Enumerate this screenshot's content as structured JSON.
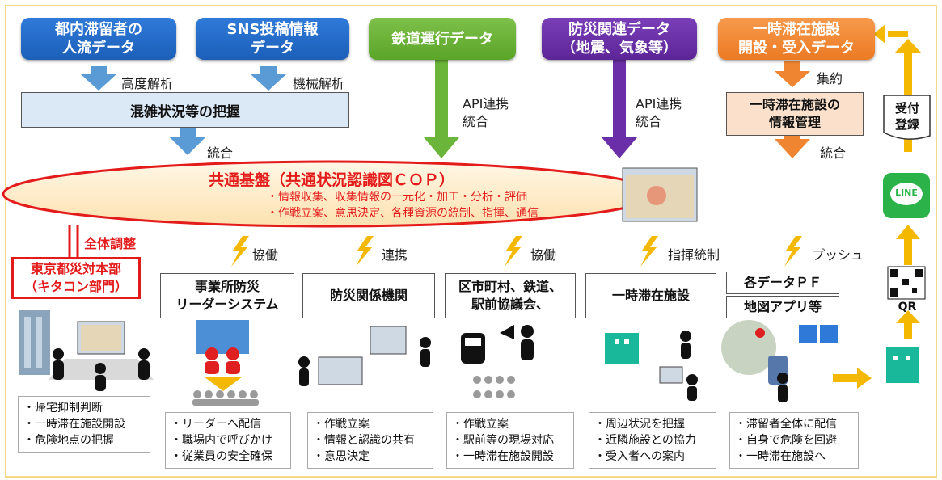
{
  "sources": {
    "people_flow": [
      "都内滞留者の",
      "人流データ"
    ],
    "sns": [
      "SNS投稿情報",
      "データ"
    ],
    "rail": [
      "鉄道運行データ"
    ],
    "disaster": [
      "防災関連データ",
      "（地震、気象等）"
    ],
    "facility": [
      "一時滞在施設",
      "開設・受入データ"
    ]
  },
  "labels": {
    "advanced_analysis": "高度解析",
    "machine_analysis": "機械解析",
    "congestion": "混雑状況等の把握",
    "integration_left": "統合",
    "api_rail": [
      "API連携",
      "統合"
    ],
    "api_disaster": [
      "API連携",
      "統合"
    ],
    "aggregation": "集約",
    "facility_mgmt": [
      "一時滞在施設の",
      "情報管理"
    ],
    "integration_right": "統合",
    "reception": [
      "受付",
      "登録"
    ],
    "line": "LINE",
    "qr": "QR"
  },
  "cop": {
    "title": "共通基盤（共通状況認識図ＣＯＰ）",
    "line1": "・情報収集、収集情報の一元化・加工・分析・評価",
    "line2": "・作戦立案、意思決定、各種資源の統制、指揮、通信"
  },
  "hq": {
    "coordination": "全体調整",
    "name": [
      "東京都災対本部",
      "（キタコン部門）"
    ],
    "bullets": [
      "・帰宅抑制判断",
      "・一時滞在施設開設",
      "・危険地点の把握"
    ]
  },
  "links": [
    "協働",
    "連携",
    "協働",
    "指揮統制",
    "プッシュ"
  ],
  "columns": [
    {
      "name": [
        "事業所防災",
        "リーダーシステム"
      ],
      "bullets": [
        "・リーダーへ配信",
        "・職場内で呼びかけ",
        "・従業員の安全確保"
      ]
    },
    {
      "name": [
        "防災関係機関"
      ],
      "bullets": [
        "・作戦立案",
        "・情報と認識の共有",
        "・意思決定"
      ]
    },
    {
      "name": [
        "区市町村、鉄道、",
        "駅前協議会、"
      ],
      "bullets": [
        "・作戦立案",
        "・駅前等の現場対応",
        "・一時滞在施設開設"
      ]
    },
    {
      "name": [
        "一時滞在施設"
      ],
      "bullets": [
        "・周辺状況を把握",
        "・近隣施設との協力",
        "・受入者への案内"
      ]
    },
    {
      "name": [
        "各データＰＦ",
        "地図アプリ等"
      ],
      "bullets": [
        "・滞留者全体に配信",
        "・自身で危険を回避",
        "・一時滞在施設へ"
      ]
    }
  ],
  "colors": {
    "blue": "#2f7ad9",
    "green": "#6ab53a",
    "purple": "#6a2fa8",
    "orange": "#ef8530",
    "red": "#e31b1b",
    "yellow": "#f5b800"
  }
}
